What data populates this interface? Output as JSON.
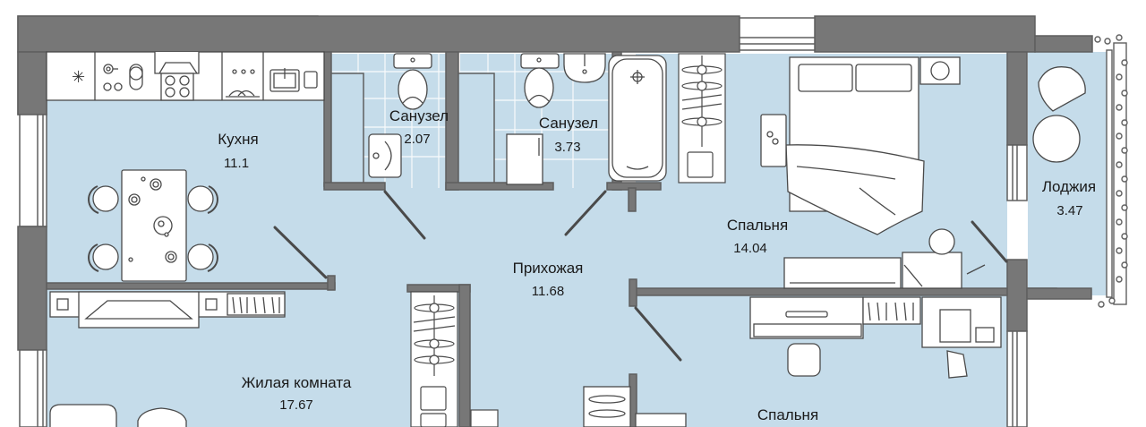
{
  "plan": {
    "colors": {
      "floor": "#c5dcea",
      "wall": "#777777",
      "wall_stroke": "#5f5f5f",
      "furniture": "#ffffff",
      "line": "#4a4a4a",
      "tile_grid": "#ffffff",
      "text": "#1a1a1a"
    },
    "rooms": [
      {
        "id": "kitchen",
        "name": "Кухня",
        "area": "11.1"
      },
      {
        "id": "bathroom-1",
        "name": "Санузел",
        "area": "2.07"
      },
      {
        "id": "bathroom-2",
        "name": "Санузел",
        "area": "3.73"
      },
      {
        "id": "bedroom-1",
        "name": "Спальня",
        "area": "14.04"
      },
      {
        "id": "loggia",
        "name": "Лоджия",
        "area": "3.47"
      },
      {
        "id": "hallway",
        "name": "Прихожая",
        "area": "11.68"
      },
      {
        "id": "living-room",
        "name": "Жилая комната",
        "area": "17.67"
      },
      {
        "id": "bedroom-2",
        "name": "Спальня",
        "area": ""
      }
    ]
  }
}
